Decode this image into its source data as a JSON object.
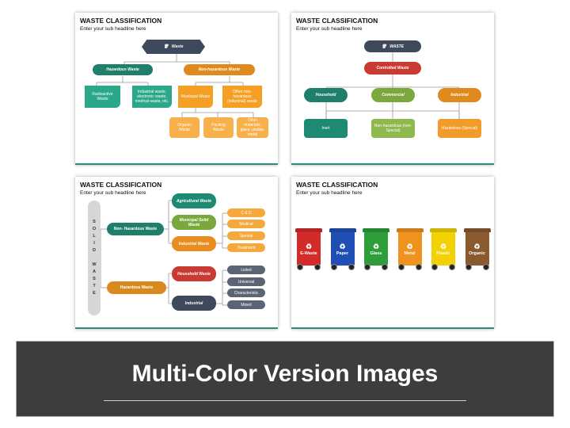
{
  "slide1": {
    "title": "WASTE CLASSIFICATION",
    "subtitle": "Enter your sub headline here",
    "root": "Waste",
    "hazardous": "Hazardous Waste",
    "non_hazardous": "Non-hazardous Waste",
    "radioactive": "Radioactive Waste",
    "industrial": "Industrial waste, electronic waste, medical waste, etc.",
    "municipal": "Municipal Waste",
    "other": "Other non-hazardous (industrial) waste",
    "organic": "Organic Waste",
    "packing": "Packing Waste",
    "other_materials": "Other materials: glass, unable, metal"
  },
  "slide2": {
    "title": "WASTE CLASSIFICATION",
    "subtitle": "Enter your sub headline here",
    "root": "WASTE",
    "controlled": "Controlled Waste",
    "household": "Household",
    "commercial": "Commercial",
    "industrial": "Industrial",
    "inert": "Inert",
    "non_hazardous": "Non-hazardous (non-Special)",
    "hazardous": "Hazardous (Special)"
  },
  "slide3": {
    "title": "WASTE CLASSIFICATION",
    "subtitle": "Enter your sub headline here",
    "solid_waste": [
      "S",
      "O",
      "L",
      "I",
      "D",
      "",
      "W",
      "A",
      "S",
      "T",
      "E"
    ],
    "non_hazardous": "Non- Hazardous Waste",
    "hazardous": "Hazardous Waste",
    "agricultural": "Agricultural Waste",
    "municipal_solid": "Municipal Solid Waste",
    "industrial_waste": "Industrial Waste",
    "household": "Household Waste",
    "industrial": "Industrial",
    "sub_orange": [
      "C & D",
      "Medical",
      "Special",
      "Treatment"
    ],
    "sub_gray": [
      "Listed",
      "Universal",
      "Characteristic",
      "Mixed"
    ]
  },
  "slide4": {
    "title": "WASTE CLASSIFICATION",
    "subtitle": "Enter your sub headline here",
    "bins": [
      {
        "label": "E-Waste",
        "color": "#d42a2a"
      },
      {
        "label": "Paper",
        "color": "#1f4fb5"
      },
      {
        "label": "Glass",
        "color": "#2e9e3a"
      },
      {
        "label": "Metal",
        "color": "#f0921e"
      },
      {
        "label": "Plastic",
        "color": "#f2d200"
      },
      {
        "label": "Organic",
        "color": "#8a5a2e"
      }
    ]
  },
  "banner": {
    "text": "Multi-Color Version Images"
  }
}
